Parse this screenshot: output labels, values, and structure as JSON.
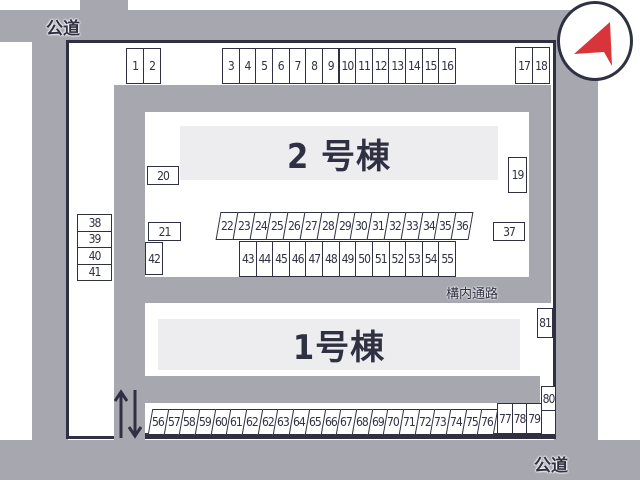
{
  "labels": {
    "public_road_top": "公道",
    "public_road_bottom": "公道",
    "internal_road": "構内通路",
    "building_2": "2 号棟",
    "building_1": "1号棟"
  },
  "compass": {
    "icon": "north-arrow-icon",
    "arrow_color": "#d7353a"
  },
  "colors": {
    "road": "#a6a7af",
    "border": "#2f3142",
    "building": "#ededf0"
  },
  "parking": {
    "top_left": [
      "1",
      "2"
    ],
    "top_middle": [
      "3",
      "4",
      "5",
      "6",
      "7",
      "8",
      "9",
      "10",
      "11",
      "12",
      "13",
      "14",
      "15",
      "16"
    ],
    "top_right": [
      "17",
      "18"
    ],
    "single_19": [
      "19"
    ],
    "single_20": [
      "20"
    ],
    "single_21": [
      "21"
    ],
    "middle_upper": [
      "22",
      "23",
      "24",
      "25",
      "26",
      "27",
      "28",
      "29",
      "30",
      "31",
      "32",
      "33",
      "34",
      "35",
      "36"
    ],
    "single_37": [
      "37"
    ],
    "left_column": [
      "38",
      "39",
      "40",
      "41"
    ],
    "single_42": [
      "42"
    ],
    "middle_lower": [
      "43",
      "44",
      "45",
      "46",
      "47",
      "48",
      "49",
      "50",
      "51",
      "52",
      "53",
      "54",
      "55"
    ],
    "bottom_row": [
      "56",
      "57",
      "58",
      "59",
      "60",
      "61",
      "62",
      "62",
      "63",
      "64",
      "65",
      "66",
      "67",
      "68",
      "69",
      "70",
      "71",
      "72",
      "73",
      "74",
      "75",
      "76"
    ],
    "bottom_right": [
      "77",
      "78",
      "79"
    ],
    "single_80": [
      "80",
      ""
    ],
    "single_81": [
      "81"
    ]
  }
}
